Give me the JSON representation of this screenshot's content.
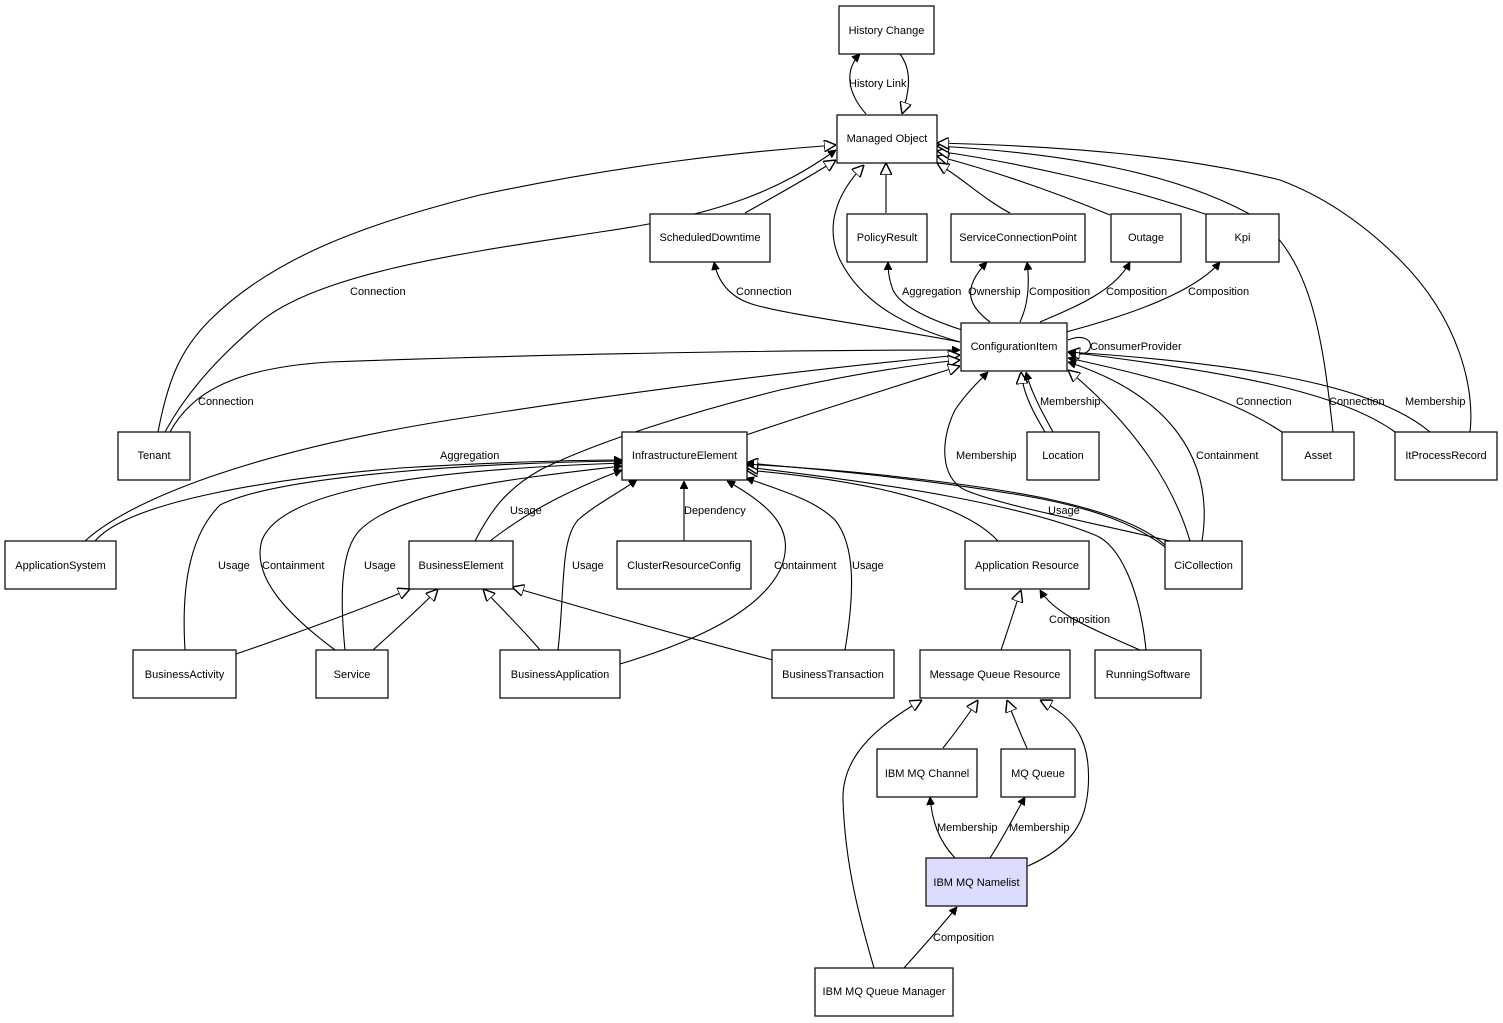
{
  "colors": {
    "highlight_fill": "#dcdcff",
    "stroke": "#000000",
    "background": "#ffffff"
  },
  "nodes": {
    "history_change": {
      "label": "History Change"
    },
    "managed_object": {
      "label": "Managed Object"
    },
    "scheduled_downtime": {
      "label": "ScheduledDowntime"
    },
    "policy_result": {
      "label": "PolicyResult"
    },
    "service_connection_point": {
      "label": "ServiceConnectionPoint"
    },
    "outage": {
      "label": "Outage"
    },
    "kpi": {
      "label": "Kpi"
    },
    "configuration_item": {
      "label": "ConfigurationItem"
    },
    "tenant": {
      "label": "Tenant"
    },
    "infrastructure_element": {
      "label": "InfrastructureElement"
    },
    "location": {
      "label": "Location"
    },
    "asset": {
      "label": "Asset"
    },
    "it_process_record": {
      "label": "ItProcessRecord"
    },
    "application_system": {
      "label": "ApplicationSystem"
    },
    "business_element": {
      "label": "BusinessElement"
    },
    "cluster_resource_config": {
      "label": "ClusterResourceConfig"
    },
    "application_resource": {
      "label": "Application Resource"
    },
    "ci_collection": {
      "label": "CiCollection"
    },
    "business_activity": {
      "label": "BusinessActivity"
    },
    "service": {
      "label": "Service"
    },
    "business_application": {
      "label": "BusinessApplication"
    },
    "business_transaction": {
      "label": "BusinessTransaction"
    },
    "message_queue_resource": {
      "label": "Message Queue Resource"
    },
    "running_software": {
      "label": "RunningSoftware"
    },
    "ibm_mq_channel": {
      "label": "IBM MQ Channel"
    },
    "mq_queue": {
      "label": "MQ Queue"
    },
    "ibm_mq_namelist": {
      "label": "IBM MQ Namelist"
    },
    "ibm_mq_queue_manager": {
      "label": "IBM MQ Queue Manager"
    }
  },
  "edge_labels": {
    "history_link": "History Link",
    "connection_tenant_mo": "Connection",
    "connection_ci_sd": "Connection",
    "aggregation_ci_pr": "Aggregation",
    "ownership_ci_scp": "Ownership",
    "composition_ci_scp": "Composition",
    "composition_ci_outage": "Composition",
    "composition_ci_kpi": "Composition",
    "consumer_provider": "ConsumerProvider",
    "connection_tenant_ci": "Connection",
    "membership_location": "Membership",
    "connection_asset": "Connection",
    "connection_itpr": "Connection",
    "membership_itpr": "Membership",
    "aggregation_as": "Aggregation",
    "membership_cicoll": "Membership",
    "containment_cicoll": "Containment",
    "usage_cicoll": "Usage",
    "usage_be": "Usage",
    "dependency_crc": "Dependency",
    "usage_ba_act": "Usage",
    "containment_service": "Containment",
    "usage_service": "Usage",
    "usage_bapp": "Usage",
    "containment_bapp": "Containment",
    "usage_btx": "Usage",
    "composition_rs": "Composition",
    "membership_channel": "Membership",
    "membership_queue": "Membership",
    "composition_qm": "Composition"
  }
}
